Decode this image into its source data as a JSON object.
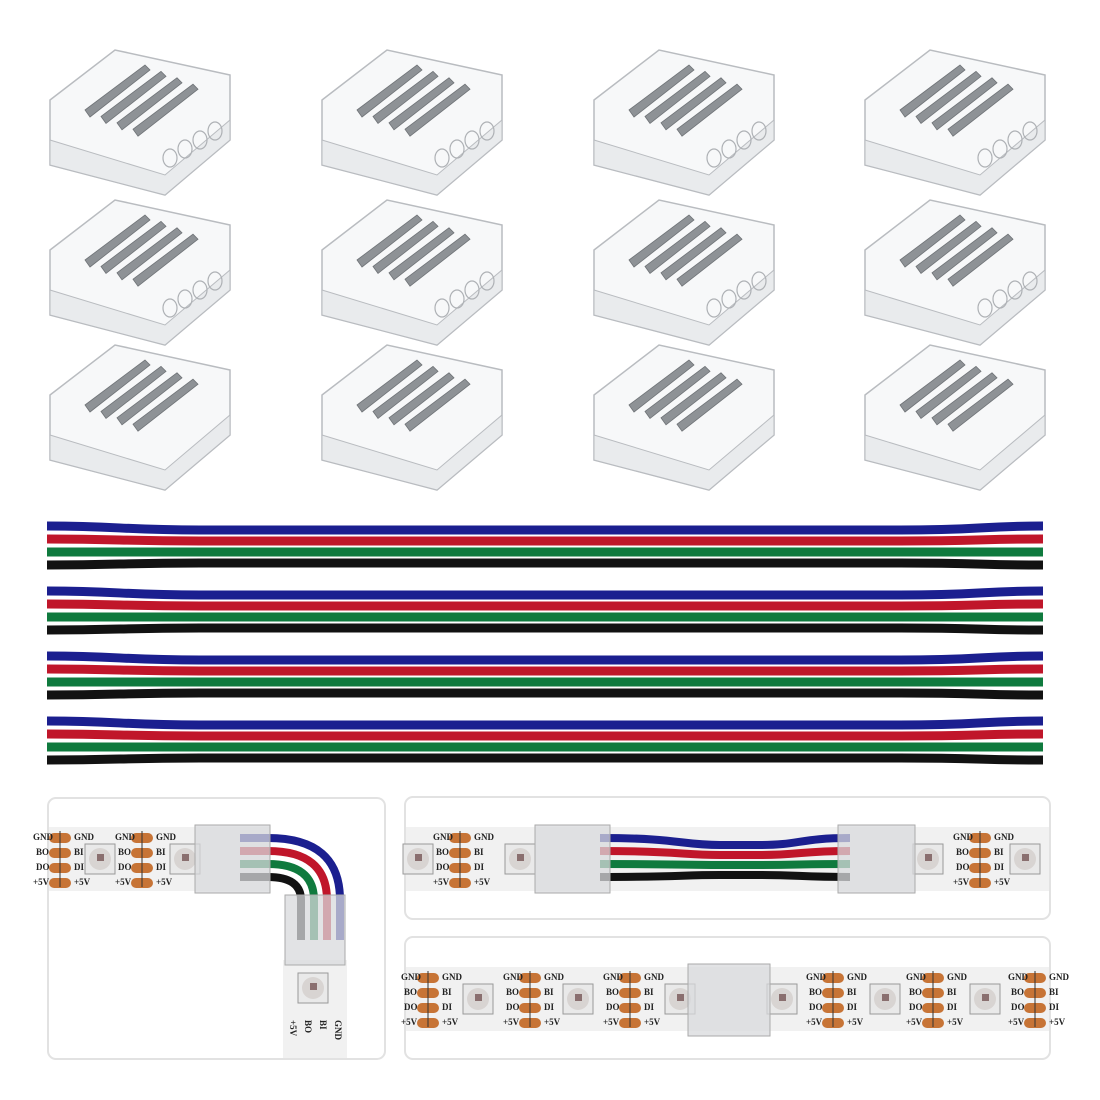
{
  "product": {
    "connector_count": 12,
    "wire_count": 4,
    "wire_colors": [
      "#1b1f8f",
      "#c0162a",
      "#0f7a3e",
      "#121212"
    ],
    "pad_color": "#c77436",
    "strip_color": "#f1f1f1",
    "connector_color": "#d8dadc"
  },
  "strip_labels": {
    "gnd": "GND",
    "bo": "BO",
    "bi": "BI",
    "do": "DO",
    "di": "DI",
    "v5": "+5V"
  },
  "panels": [
    {
      "name": "l-shape-connection"
    },
    {
      "name": "wire-extension-connection"
    },
    {
      "name": "direct-strip-connection"
    }
  ]
}
